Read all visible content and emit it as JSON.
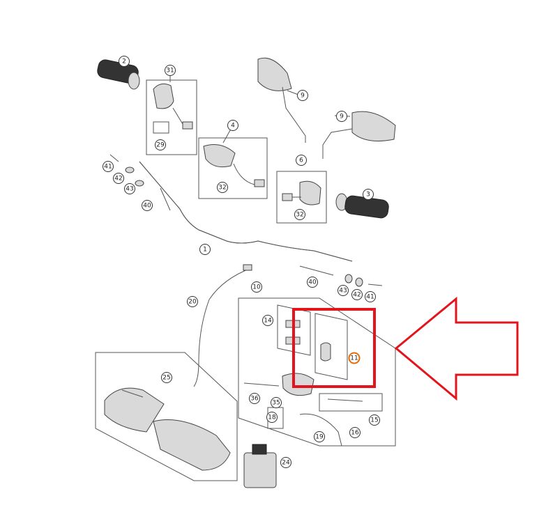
{
  "colors": {
    "highlight_box": "#e3141b",
    "arrow": "#e3141b",
    "highlight_callout": "#e46c0a",
    "callout_border": "#333333",
    "line_art": "#444444"
  },
  "callouts": {
    "c1": "1",
    "c2": "2",
    "c3": "3",
    "c4": "4",
    "c6": "6",
    "c9a": "9",
    "c9b": "9",
    "c10": "10",
    "c11": "11",
    "c14": "14",
    "c15": "15",
    "c16": "16",
    "c18": "18",
    "c19": "19",
    "c20": "20",
    "c24": "24",
    "c25": "25",
    "c29": "29",
    "c31": "31",
    "c32a": "32",
    "c32b": "32",
    "c35": "35",
    "c36": "36",
    "c40a": "40",
    "c40b": "40",
    "c41a": "41",
    "c41b": "41",
    "c42a": "42",
    "c42b": "42",
    "c43a": "43",
    "c43b": "43"
  },
  "icons": {
    "highlight": "rectangle-outline",
    "pointer": "arrow-left-outline"
  }
}
